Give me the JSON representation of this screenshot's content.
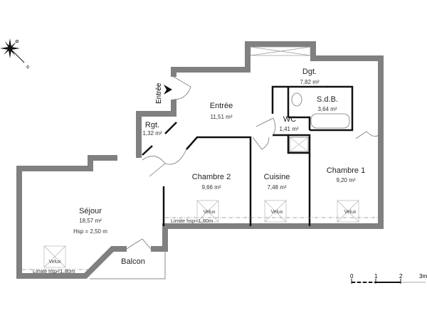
{
  "compass": {
    "north_label": "N"
  },
  "entrance_label": "Entrée",
  "rooms": [
    {
      "name": "Entrée",
      "area": "11,51 m²"
    },
    {
      "name": "Dgt.",
      "area": "7,82 m²"
    },
    {
      "name": "S.d.B.",
      "area": "3,64 m²"
    },
    {
      "name": "WC",
      "area": "1,41 m²"
    },
    {
      "name": "Rgt.",
      "area": "1,32 m²"
    },
    {
      "name": "Chambre 2",
      "area": "9,66 m²"
    },
    {
      "name": "Cuisine",
      "area": "7,48 m²"
    },
    {
      "name": "Chambre 1",
      "area": "9,20 m²"
    },
    {
      "name": "Séjour",
      "area": "18,57 m²",
      "note": "Hsp = 2,50 m"
    },
    {
      "name": "Balcon"
    }
  ],
  "velux_label": "Velux",
  "limit_label": "Limite hsp<1,80m",
  "scale_bar": {
    "ticks": [
      "0",
      "1",
      "2",
      "3m"
    ]
  },
  "colors": {
    "wall": "#808080",
    "partition": "#111111"
  }
}
